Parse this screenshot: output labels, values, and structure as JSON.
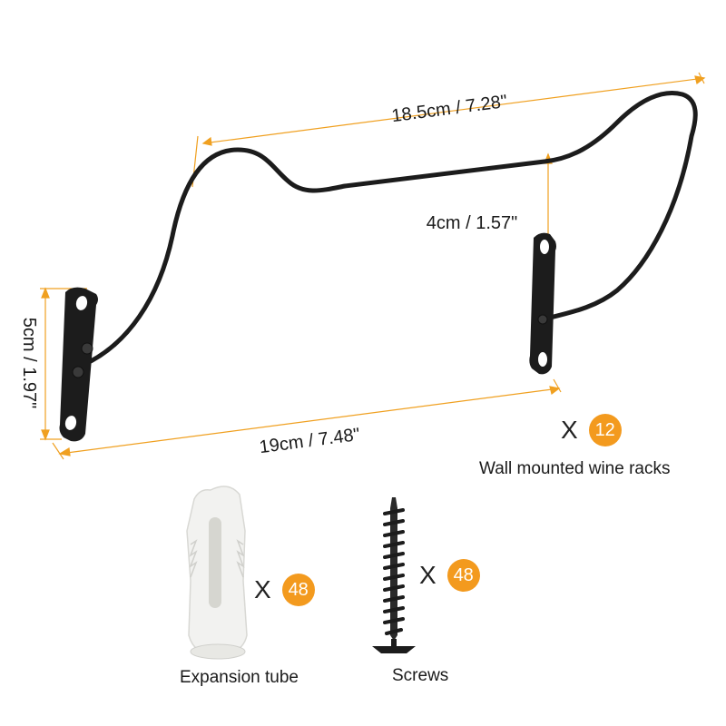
{
  "colors": {
    "dimension_line": "#F0A020",
    "badge": "#F39A1E",
    "rack": "#1c1c1c",
    "plug": "#f2f2f0"
  },
  "dimensions": {
    "top_length": "18.5cm / 7.28\"",
    "bottom_length": "19cm / 7.48\"",
    "height": "5cm / 1.97\"",
    "depth": "4cm / 1.57\""
  },
  "items": [
    {
      "name": "Wall mounted wine racks",
      "x": "X",
      "qty": "12"
    },
    {
      "name": "Expansion tube",
      "x": "X",
      "qty": "48"
    },
    {
      "name": "Screws",
      "x": "X",
      "qty": "48"
    }
  ]
}
